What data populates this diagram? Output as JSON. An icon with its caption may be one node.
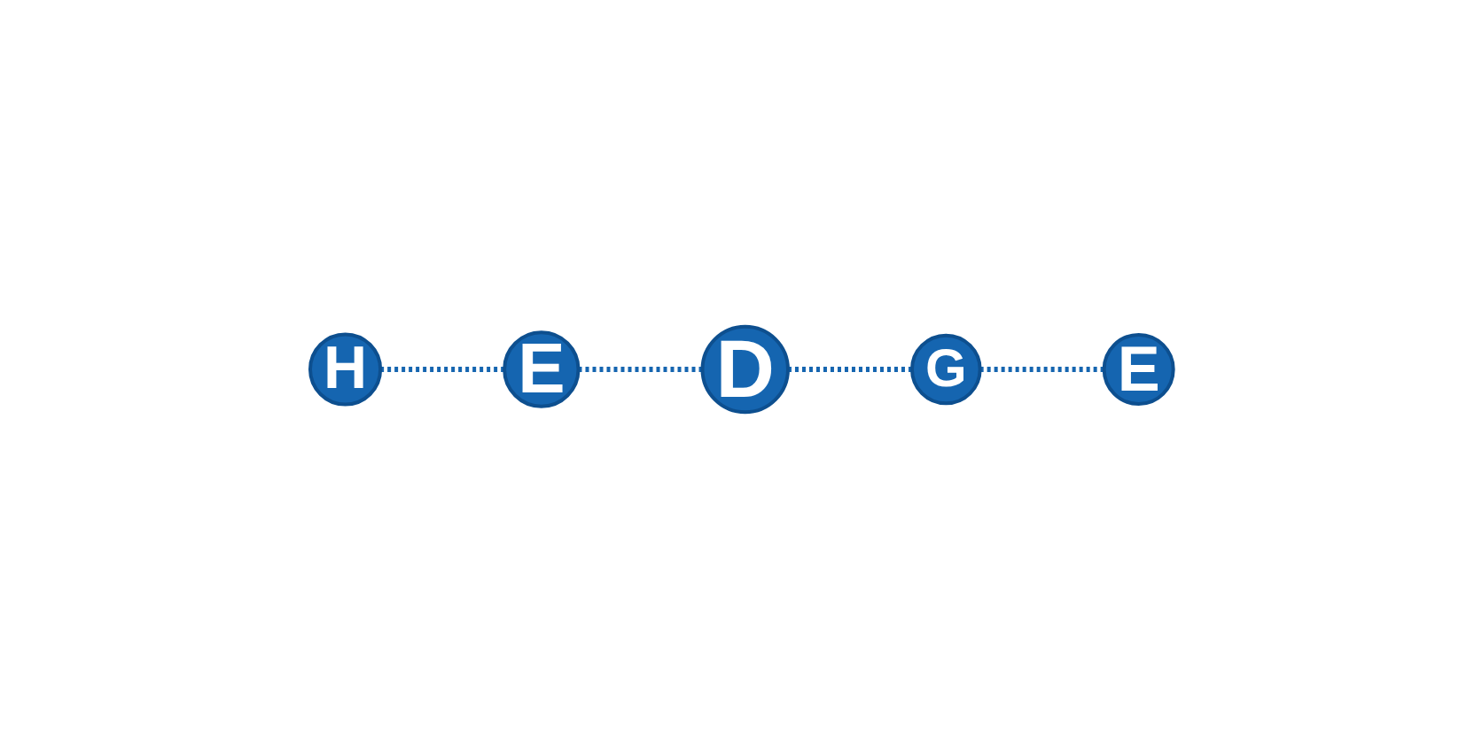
{
  "diagram": {
    "nodes": [
      {
        "text": [
          "H"
        ]
      },
      {
        "text": [
          "E"
        ]
      },
      {
        "text": [
          "D"
        ]
      },
      {
        "text": [
          "G"
        ]
      },
      {
        "text": [
          "E"
        ]
      }
    ],
    "edges": [
      {
        "from": 0,
        "to": 1,
        "arrow": "none",
        "style": "dashed"
      },
      {
        "from": 1,
        "to": 2,
        "arrow": "none",
        "style": "dashed"
      },
      {
        "from": 2,
        "to": 3,
        "arrow": "none",
        "style": "dashed"
      },
      {
        "from": 3,
        "to": 4,
        "arrow": "none",
        "style": "dashed"
      }
    ]
  }
}
